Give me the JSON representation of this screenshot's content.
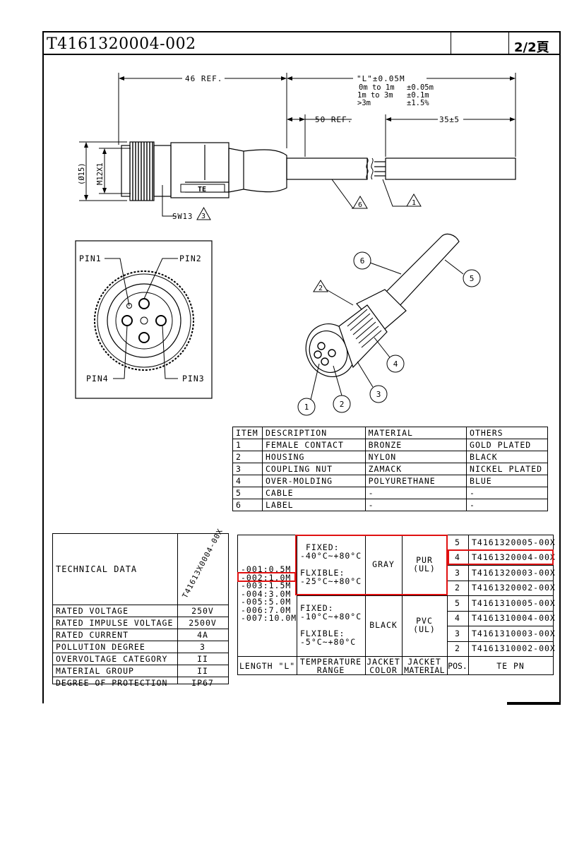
{
  "header": {
    "doc_number": "T4161320004-002",
    "page": "2/2頁"
  },
  "side_view": {
    "dim_ref_left": "46 REF.",
    "dim_length": "\"L\"±0.05M",
    "tolerance_rows": [
      {
        "range": "0m  to  1m",
        "tol": "±0.05m"
      },
      {
        "range": " 1m  to  3m",
        "tol": "±0.1m"
      },
      {
        "range": " >3m",
        "tol": "±1.5%"
      }
    ],
    "dim_ref_mid": "50 REF.",
    "dim_strip": "35±5",
    "dim_dia": "(Ø15)",
    "dim_thread": "M12X1",
    "wrench": "SW13",
    "callout_wrench": "3",
    "callout_label": "6",
    "callout_contact": "1",
    "logo_text": "TE"
  },
  "pin_view": {
    "pin1": "PIN1",
    "pin2": "PIN2",
    "pin3": "PIN3",
    "pin4": "PIN4"
  },
  "iso_view": {
    "callouts": [
      "1",
      "2",
      "3",
      "4",
      "5",
      "6"
    ],
    "triangle_callout": "2"
  },
  "bom": {
    "headers": [
      "ITEM",
      "DESCRIPTION",
      "MATERIAL",
      "OTHERS"
    ],
    "rows": [
      [
        "1",
        "FEMALE CONTACT",
        "BRONZE",
        "GOLD PLATED"
      ],
      [
        "2",
        "HOUSING",
        "NYLON",
        "BLACK"
      ],
      [
        "3",
        "COUPLING NUT",
        "ZAMACK",
        "NICKEL PLATED"
      ],
      [
        "4",
        "OVER-MOLDING",
        "POLYURETHANE",
        "BLUE"
      ],
      [
        "5",
        "CABLE",
        "-",
        "-"
      ],
      [
        "6",
        "LABEL",
        "-",
        "-"
      ]
    ]
  },
  "tech": {
    "title": "TECHNICAL DATA",
    "part": "T41613X0004-00X",
    "rows": [
      [
        "RATED VOLTAGE",
        "250V"
      ],
      [
        "RATED IMPULSE VOLTAGE",
        "2500V"
      ],
      [
        "RATED CURRENT",
        "4A"
      ],
      [
        "POLLUTION DEGREE",
        "3"
      ],
      [
        "OVERVOLTAGE CATEGORY",
        "II"
      ],
      [
        "MATERIAL GROUP",
        "II"
      ],
      [
        "DEGREE OF PROTECTION",
        "IP67"
      ]
    ]
  },
  "variants": {
    "lengths": [
      "-001:0.5M",
      "-002:1.0M",
      "-003:1.5M",
      "-004:3.0M",
      "-005:5.0M",
      "-006:7.0M",
      "-007:10.0M"
    ],
    "group_a": {
      "fixed_label": "FIXED:",
      "fixed": "-40°C~+80°C",
      "flex_label": "FLXIBLE:",
      "flex": "-25°C~+80°C",
      "color": "GRAY",
      "material": "PUR",
      "material_sub": "(UL)"
    },
    "group_b": {
      "fixed_label": "FIXED:",
      "fixed": "-10°C~+80°C",
      "flex_label": "FLXIBLE:",
      "flex": "-5°C~+80°C",
      "color": "BLACK",
      "material": "PVC",
      "material_sub": "(UL)"
    },
    "pos_rows": [
      {
        "pos": "5",
        "pn": "T4161320005-00X"
      },
      {
        "pos": "4",
        "pn": "T4161320004-00X"
      },
      {
        "pos": "3",
        "pn": "T4161320003-00X"
      },
      {
        "pos": "2",
        "pn": "T4161320002-00X"
      },
      {
        "pos": "5",
        "pn": "T4161310005-00X"
      },
      {
        "pos": "4",
        "pn": "T4161310004-00X"
      },
      {
        "pos": "3",
        "pn": "T4161310003-00X"
      },
      {
        "pos": "2",
        "pn": "T4161310002-00X"
      }
    ],
    "footer": {
      "length": "LENGTH \"L\"",
      "temp1": "TEMPERATURE",
      "temp2": "RANGE",
      "jc1": "JACKET",
      "jc2": "COLOR",
      "jm1": "JACKET",
      "jm2": "MATERIAL",
      "pos": "POS.",
      "pn": "TE PN"
    }
  },
  "highlight_color": "#e01010"
}
